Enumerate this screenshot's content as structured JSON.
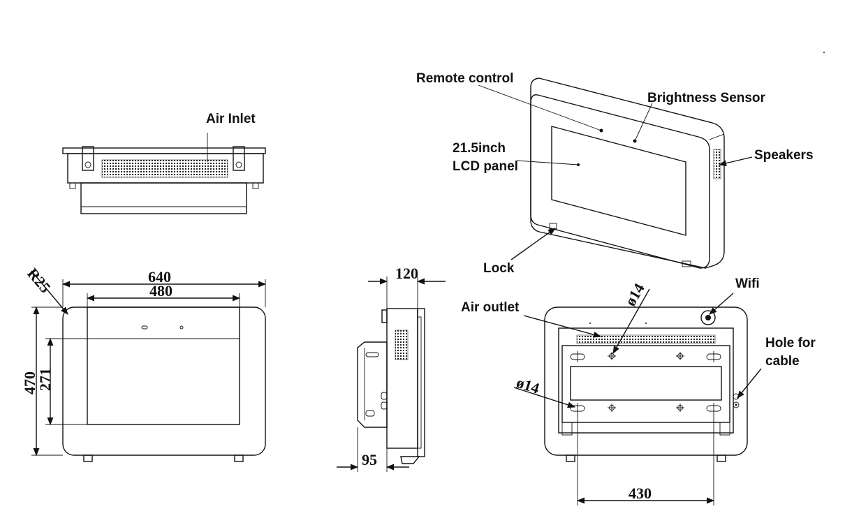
{
  "labels": {
    "air_inlet": "Air Inlet",
    "remote_control": "Remote control",
    "brightness_sensor": "Brightness Sensor",
    "lcd_panel_line1": "21.5inch",
    "lcd_panel_line2": "LCD panel",
    "speakers": "Speakers",
    "lock": "Lock",
    "wifi": "Wifi",
    "air_outlet": "Air outlet",
    "hole_for_cable_line1": "Hole for",
    "hole_for_cable_line2": "cable"
  },
  "dimensions": {
    "radius": "R25",
    "width_overall": "640",
    "width_screen": "480",
    "height_overall": "470",
    "height_screen": "271",
    "depth": "120",
    "bracket_depth": "95",
    "mount_hole_top": "ø14",
    "mount_hole_side": "ø14",
    "mount_spacing": "430"
  }
}
